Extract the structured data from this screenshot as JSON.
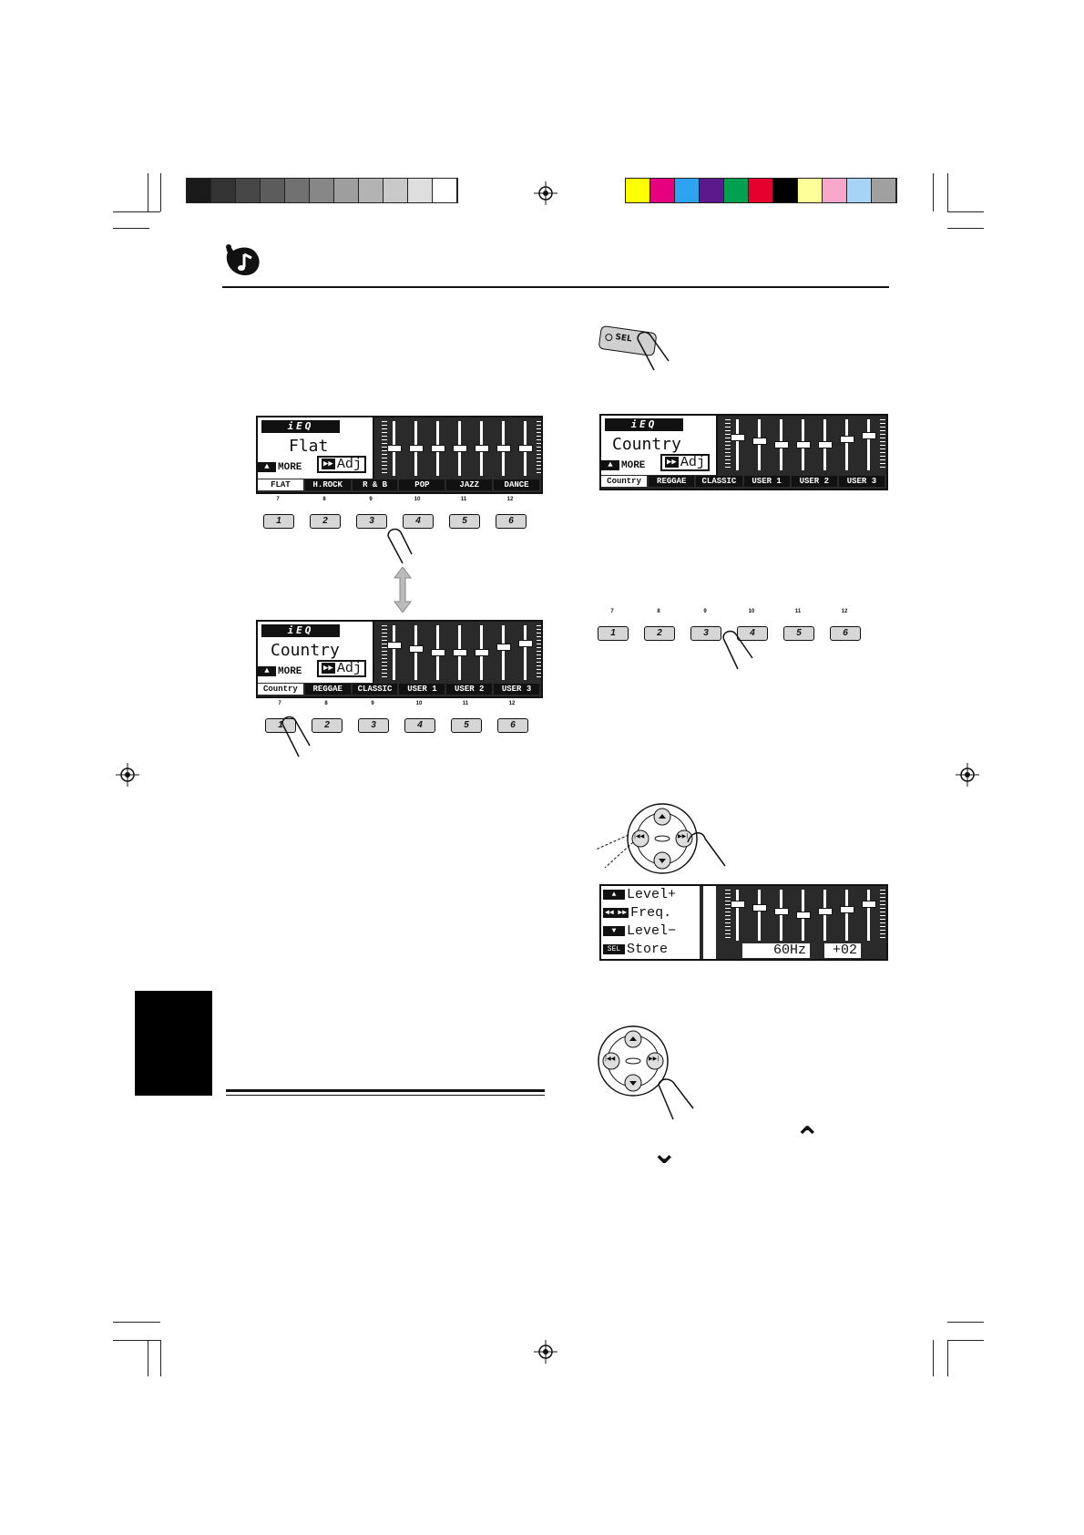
{
  "registration": {
    "gray_swatches": [
      "#1a1a1a",
      "#333333",
      "#474747",
      "#5c5c5c",
      "#717171",
      "#878787",
      "#9e9e9e",
      "#b3b3b3",
      "#c9c9c9",
      "#dedede",
      "#ffffff"
    ],
    "color_swatches": [
      "#ffff00",
      "#e6007e",
      "#2ea3f2",
      "#5b1a8c",
      "#00a050",
      "#e5002d",
      "#000000",
      "#ffff99",
      "#f7a8c8",
      "#a7d3f5",
      "#a0a0a0"
    ]
  },
  "displays": {
    "flat": {
      "ieq": "iEQ",
      "mode": "Flat",
      "more": "MORE",
      "adj": "Adj",
      "presets": [
        "FLAT",
        "H.ROCK",
        "R & B",
        "POP",
        "JAZZ",
        "DANCE"
      ],
      "selected": 0
    },
    "country": {
      "ieq": "iEQ",
      "mode": "Country",
      "more": "MORE",
      "adj": "Adj",
      "presets": [
        "Country",
        "REGGAE",
        "CLASSIC",
        "USER 1",
        "USER 2",
        "USER 3"
      ],
      "selected": 0
    },
    "country_right": {
      "ieq": "iEQ",
      "mode": "Country",
      "more": "MORE",
      "adj": "Adj",
      "presets": [
        "Country",
        "REGGAE",
        "CLASSIC",
        "USER 1",
        "USER 2",
        "USER 3"
      ],
      "selected": 0
    }
  },
  "buttons": {
    "labels": [
      "1",
      "2",
      "3",
      "4",
      "5",
      "6"
    ],
    "numbers": [
      "7",
      "8",
      "9",
      "10",
      "11",
      "12"
    ]
  },
  "sel_button": {
    "label": "SEL"
  },
  "adjust_display": {
    "menu": [
      {
        "icon": "▲",
        "text": "Level+"
      },
      {
        "icon": "◀◀ ▶▶",
        "text": "Freq."
      },
      {
        "icon": "▼",
        "text": "Level−"
      },
      {
        "icon": "SEL",
        "text": "Store"
      }
    ],
    "freq": "60Hz",
    "level": "+02"
  },
  "arrows": {
    "up": "⌃",
    "down": "⌄"
  }
}
